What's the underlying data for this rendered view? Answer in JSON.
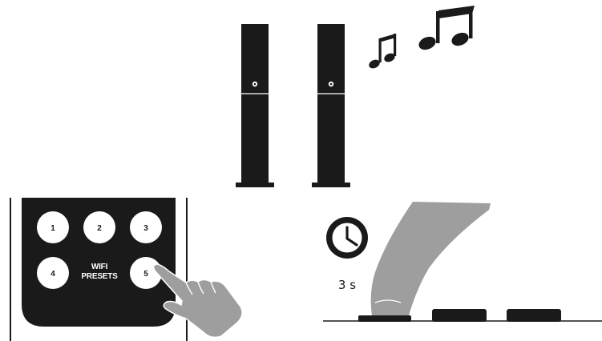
{
  "remote": {
    "presets": [
      "1",
      "2",
      "3",
      "4",
      "5"
    ],
    "label_line1": "WIFI",
    "label_line2": "PRESETS"
  },
  "timer": {
    "label": "3 s"
  },
  "colors": {
    "ink": "#1a1a1a",
    "hand": "#9e9e9e",
    "button": "#ffffff"
  }
}
